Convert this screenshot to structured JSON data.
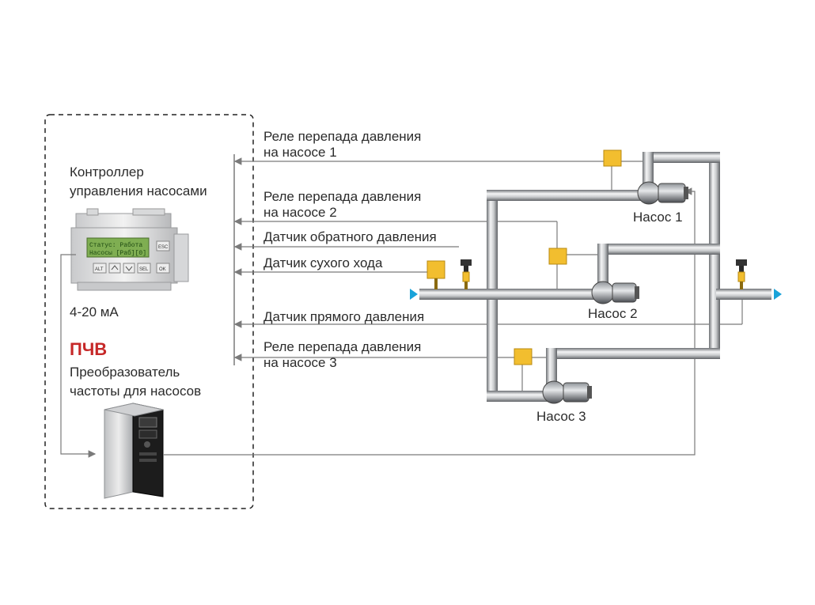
{
  "controller": {
    "title_line1": "Контроллер",
    "title_line2": "управления насосами",
    "lcd_line1": "Статус:  Работа",
    "lcd_line2": "Насосы [Раб][0]",
    "keys": [
      "ALT",
      "SEL",
      "ESC",
      "OK"
    ]
  },
  "current_signal": "4-20 мА",
  "vfd": {
    "brand": "ПЧВ",
    "title_line1": "Преобразователь",
    "title_line2": "частоты для насосов"
  },
  "signals": [
    {
      "line1": "Реле перепада давления",
      "line2": "на насосе 1"
    },
    {
      "line1": "Реле перепада давления",
      "line2": "на насосе 2"
    },
    {
      "line1": "Датчик обратного давления",
      "line2": ""
    },
    {
      "line1": "Датчик сухого хода",
      "line2": ""
    },
    {
      "line1": "Датчик прямого давления",
      "line2": ""
    },
    {
      "line1": "Реле перепада давления",
      "line2": "на насосе 3"
    }
  ],
  "pumps": [
    {
      "label": "Насос 1"
    },
    {
      "label": "Насос 2"
    },
    {
      "label": "Насос 3"
    }
  ],
  "colors": {
    "pipe": "#9ea1a4",
    "relay": "#f2be2f",
    "flow_arrow": "#1aa3d9",
    "wire": "#7a7a7a",
    "brand": "#c62828"
  }
}
